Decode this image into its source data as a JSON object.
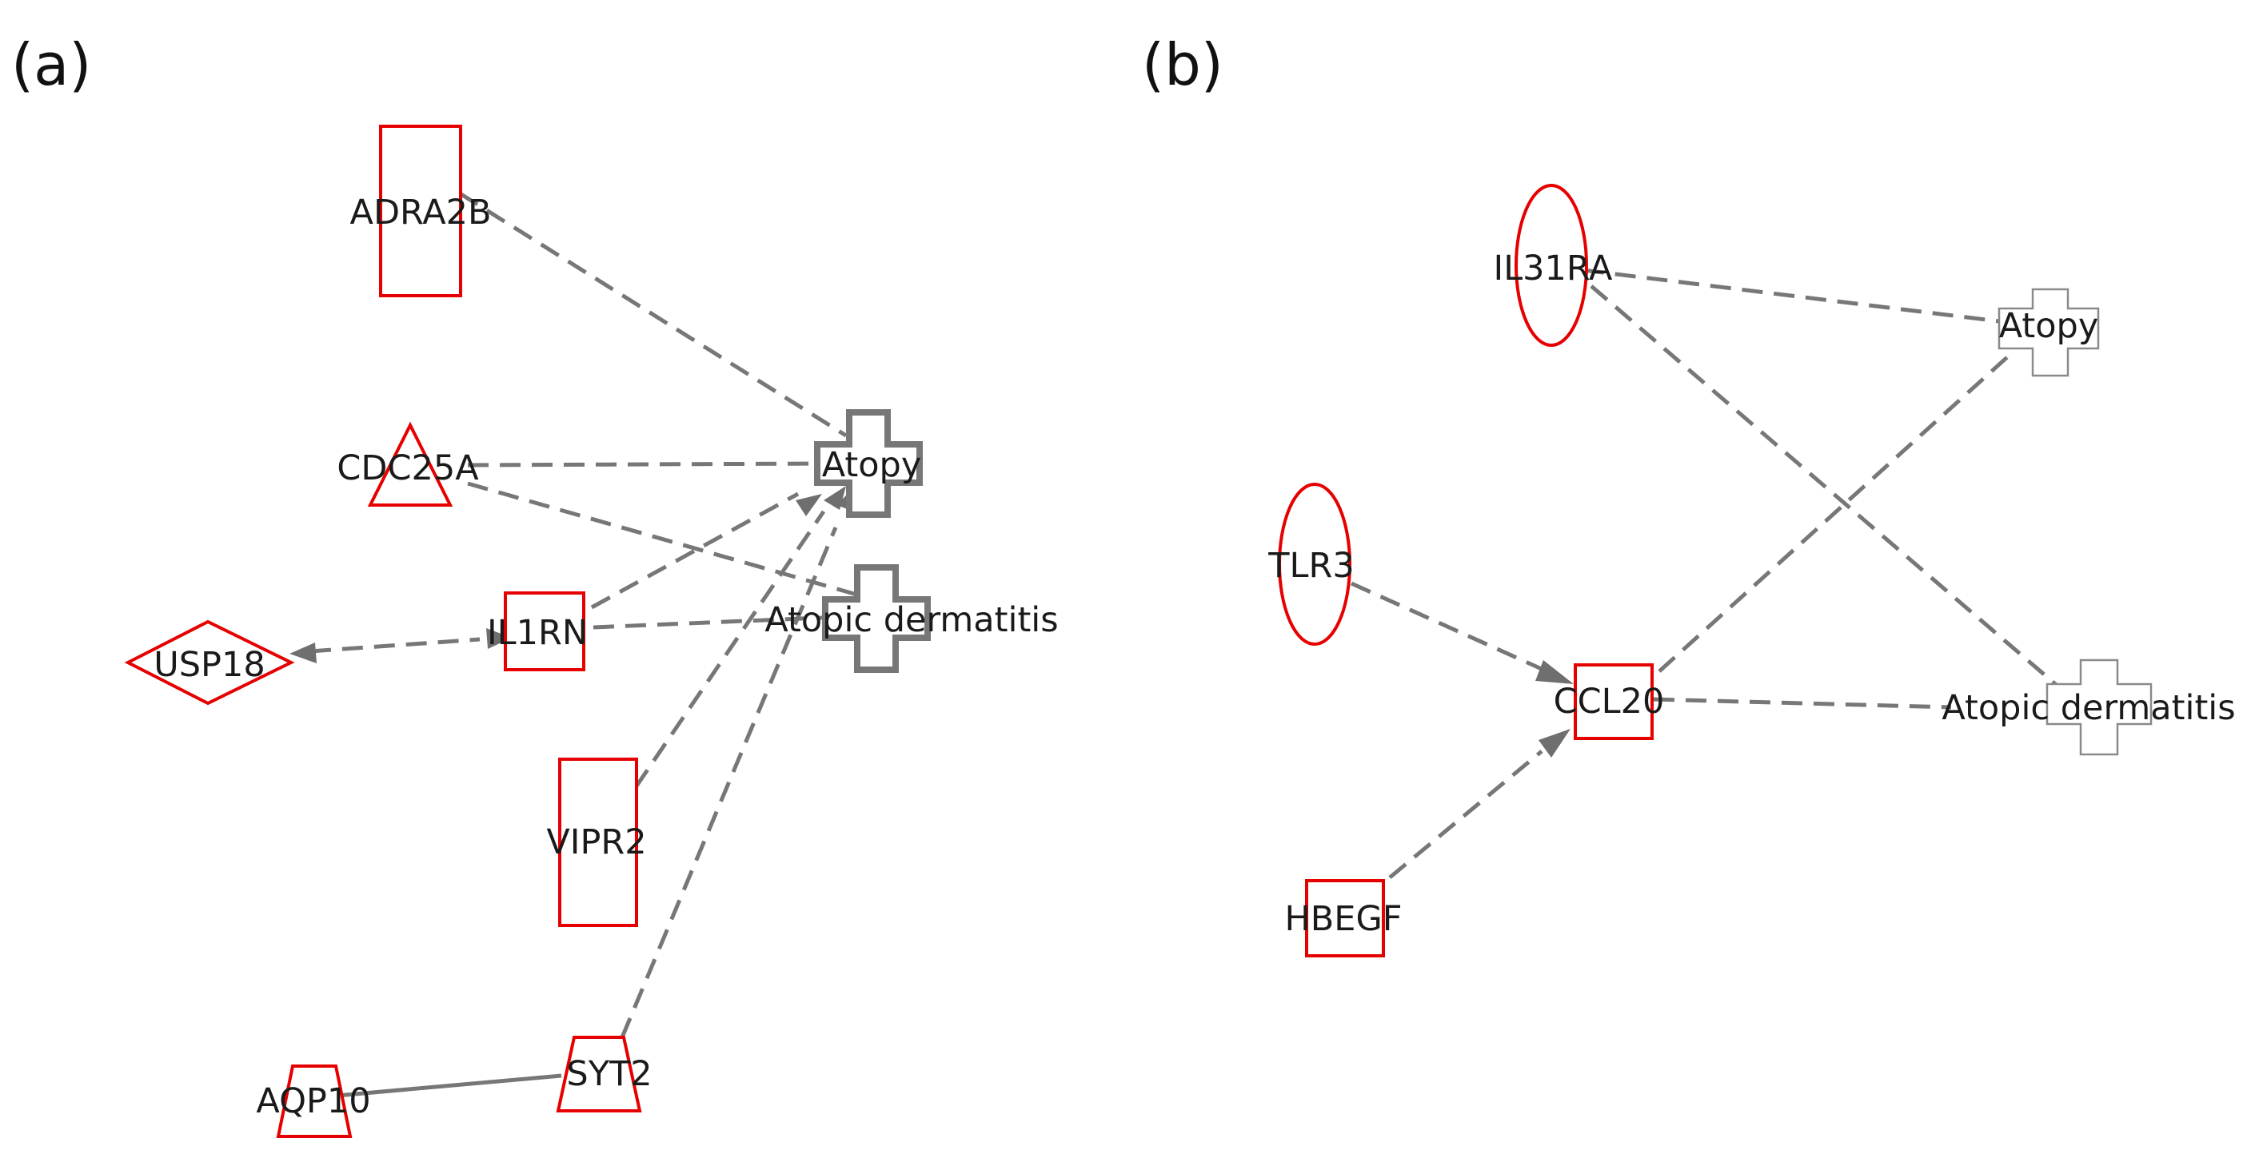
{
  "panels": [
    {
      "label": "(a)",
      "nodes": {
        "adra2b": "ADRA2B",
        "cdc25a": "CDC25A",
        "usp18": "USP18",
        "il1rn": "IL1RN",
        "vipr2": "VIPR2",
        "aqp10": "AQP10",
        "syt2": "SYT2",
        "atopy": "Atopy",
        "atopic_dermatitis": "Atopic dermatitis"
      }
    },
    {
      "label": "(b)",
      "nodes": {
        "il31ra": "IL31RA",
        "tlr3": "TLR3",
        "ccl20": "CCL20",
        "hbegf": "HBEGF",
        "atopy": "Atopy",
        "atopic_dermatitis": "Atopic dermatitis"
      }
    }
  ],
  "colors": {
    "gene_outline": "#e60000",
    "disease_outline": "#777777",
    "edge": "#777777"
  },
  "shapes": {
    "cross": "disease",
    "rectangle": "gene",
    "triangle": "gene",
    "diamond": "gene",
    "trapezoid": "gene",
    "ellipse": "gene"
  }
}
